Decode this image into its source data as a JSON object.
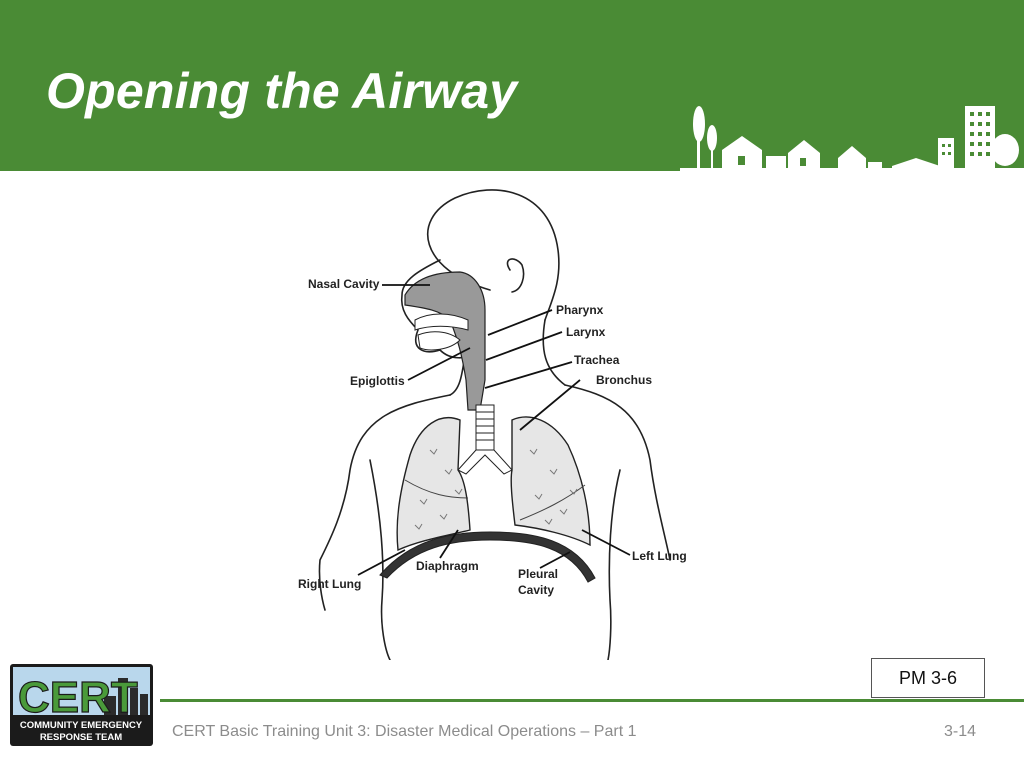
{
  "slide": {
    "title": "Opening the Airway",
    "handout_ref": "PM 3-6",
    "footer_text": "CERT Basic Training Unit 3: Disaster Medical Operations – Part 1",
    "page_number": "3-14"
  },
  "logo": {
    "wordmark": "CERT",
    "line1": "COMMUNITY EMERGENCY",
    "line2": "RESPONSE TEAM"
  },
  "diagram": {
    "labels": {
      "nasal_cavity": "Nasal Cavity",
      "pharynx": "Pharynx",
      "larynx": "Larynx",
      "trachea": "Trachea",
      "bronchus": "Bronchus",
      "epiglottis": "Epiglottis",
      "right_lung": "Right Lung",
      "diaphragm": "Diaphragm",
      "pleural_cavity_1": "Pleural",
      "pleural_cavity_2": "Cavity",
      "left_lung": "Left Lung"
    }
  },
  "colors": {
    "header_green": "#4a8b35",
    "footer_text_gray": "#8c8c8c",
    "airway_gray": "#999999",
    "lung_fill": "#e6e6e6"
  }
}
